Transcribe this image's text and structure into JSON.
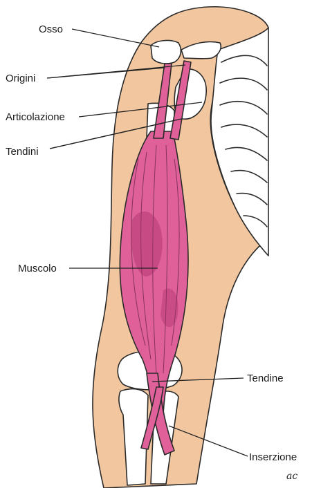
{
  "labels": {
    "osso": "Osso",
    "origini": "Origini",
    "articolazione": "Articolazione",
    "tendini": "Tendini",
    "muscolo": "Muscolo",
    "tendine": "Tendine",
    "inserzione": "Inserzione"
  },
  "signature": "ac",
  "colors": {
    "skin": "#f2c7a0",
    "bone": "#ffffff",
    "muscle": "#e0609a",
    "muscle_dark": "#a8306a",
    "outline": "#2a2a2a"
  }
}
